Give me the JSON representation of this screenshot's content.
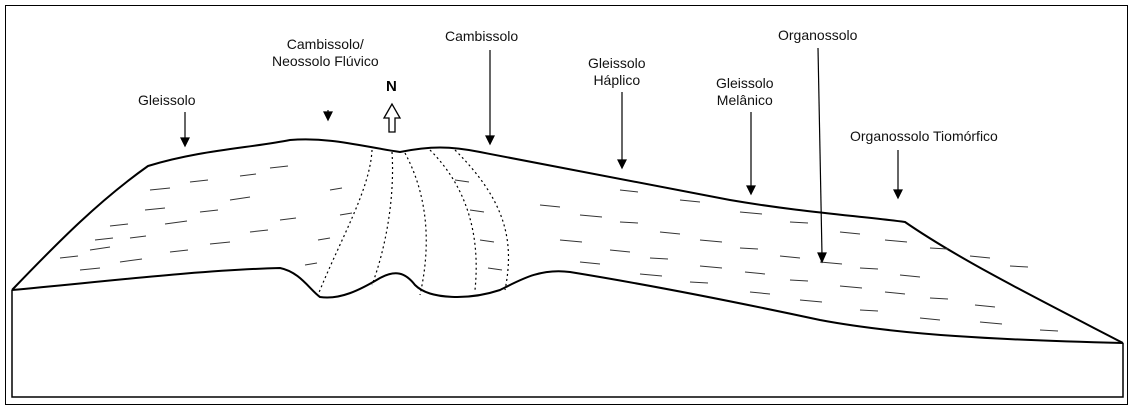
{
  "north_label": "N",
  "labels": {
    "gleissolo": "Gleissolo",
    "cambissolo_neossolo_line1": "Cambissolo/",
    "cambissolo_neossolo_line2": "Neossolo Flúvico",
    "cambissolo": "Cambissolo",
    "gleissolo_haplico_line1": "Gleissolo",
    "gleissolo_haplico_line2": "Háplico",
    "gleissolo_melanico_line1": "Gleissolo",
    "gleissolo_melanico_line2": "Melânico",
    "organossolo": "Organossolo",
    "organossolo_tiomorfico": "Organossolo Tiomórfico"
  }
}
